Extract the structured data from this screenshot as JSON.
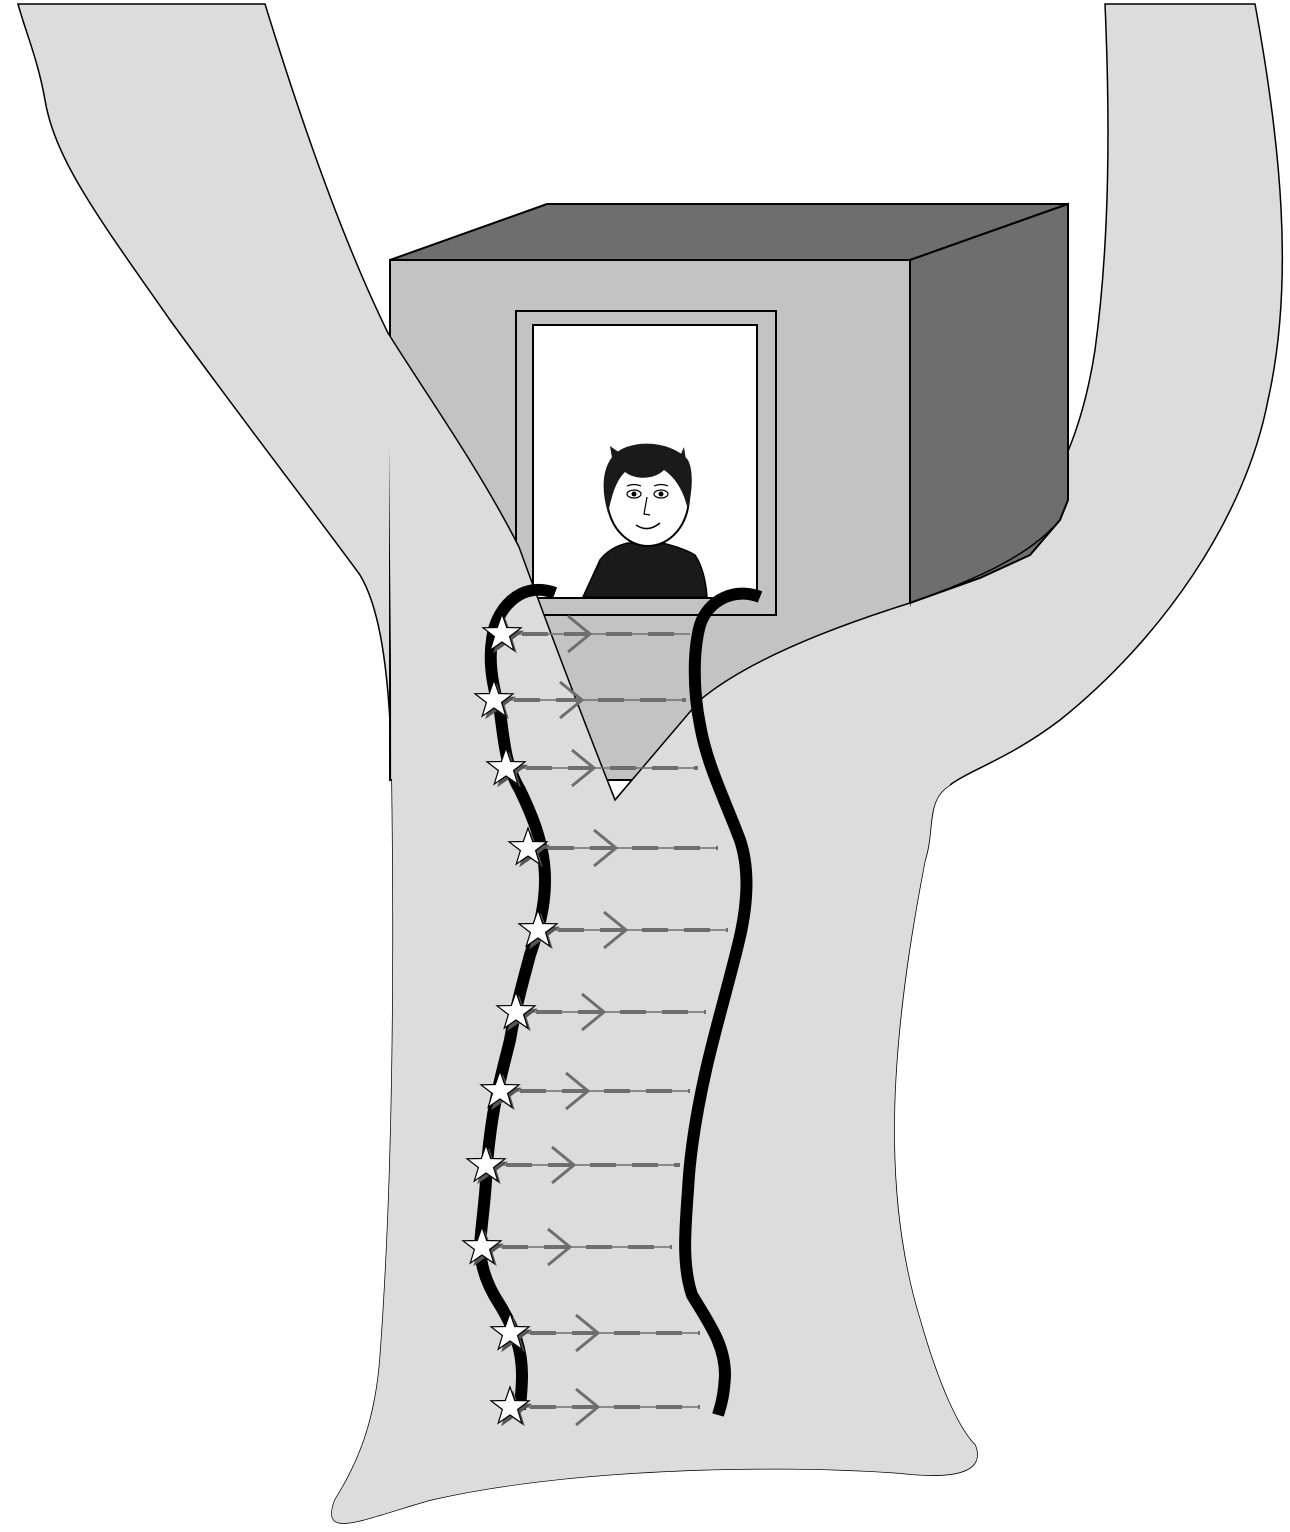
{
  "illustration": {
    "subject": "treehouse-with-rope-ladder",
    "palette": {
      "background": "#ffffff",
      "tree": "#dcdcdc",
      "house_front": "#c3c3c3",
      "house_side": "#6e6e6e",
      "window": "#ffffff",
      "shirt": "#1a1a1a",
      "hair": "#1a1a1a",
      "skin": "#ffffff",
      "rope": "#000000",
      "arrow": "#6e6e6e",
      "star_fill": "#ffffff",
      "outline": "#000000"
    },
    "ladder": {
      "rung_count": 11,
      "rung_style": "dashed-arrow",
      "knot_icon": "star-icon"
    },
    "figure": "person-in-window"
  }
}
